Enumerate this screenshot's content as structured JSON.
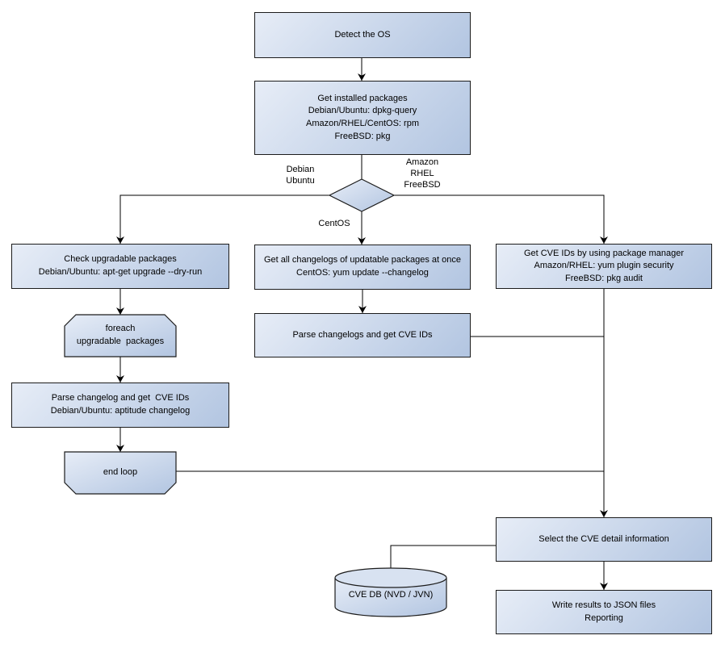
{
  "colors": {
    "background": "#ffffff",
    "node_fill_light": "#e7edf7",
    "node_fill_dark": "#b2c5e1",
    "cylinder_top_fill": "#d8e2f1",
    "node_border": "#1c1c1c",
    "connector": "#000000",
    "text": "#000000"
  },
  "nodes": {
    "detect_os": {
      "label": "Detect the OS"
    },
    "get_installed_packages": {
      "label": "Get installed packages\nDebian/Ubuntu: dpkg-query\nAmazon/RHEL/CentOS: rpm\nFreeBSD: pkg"
    },
    "check_upgradable_packages": {
      "label": "Check upgradable packages\nDebian/Ubuntu: apt-get upgrade --dry-run"
    },
    "foreach_loop": {
      "label": "foreach\nupgradable  packages"
    },
    "parse_changelog_left": {
      "label": "Parse changelog and get  CVE IDs\nDebian/Ubuntu: aptitude changelog"
    },
    "end_loop": {
      "label": "end loop"
    },
    "get_all_changelogs": {
      "label": "Get all changelogs of updatable packages at once\nCentOS: yum update --changelog"
    },
    "parse_changelogs_mid": {
      "label": "Parse changelogs and get CVE IDs"
    },
    "get_cve_ids_pkg_manager": {
      "label": "Get CVE IDs by using package manager\nAmazon/RHEL: yum plugin security\nFreeBSD: pkg audit"
    },
    "select_cve_detail": {
      "label": "Select the CVE detail information"
    },
    "cve_db": {
      "label": "CVE DB (NVD / JVN)"
    },
    "write_results": {
      "label": "Write results to JSON files\nReporting"
    }
  },
  "edge_labels": {
    "debian_ubuntu": "Debian\nUbuntu",
    "amazon_rhel_freebsd": "Amazon\nRHEL\nFreeBSD",
    "centos": "CentOS"
  }
}
